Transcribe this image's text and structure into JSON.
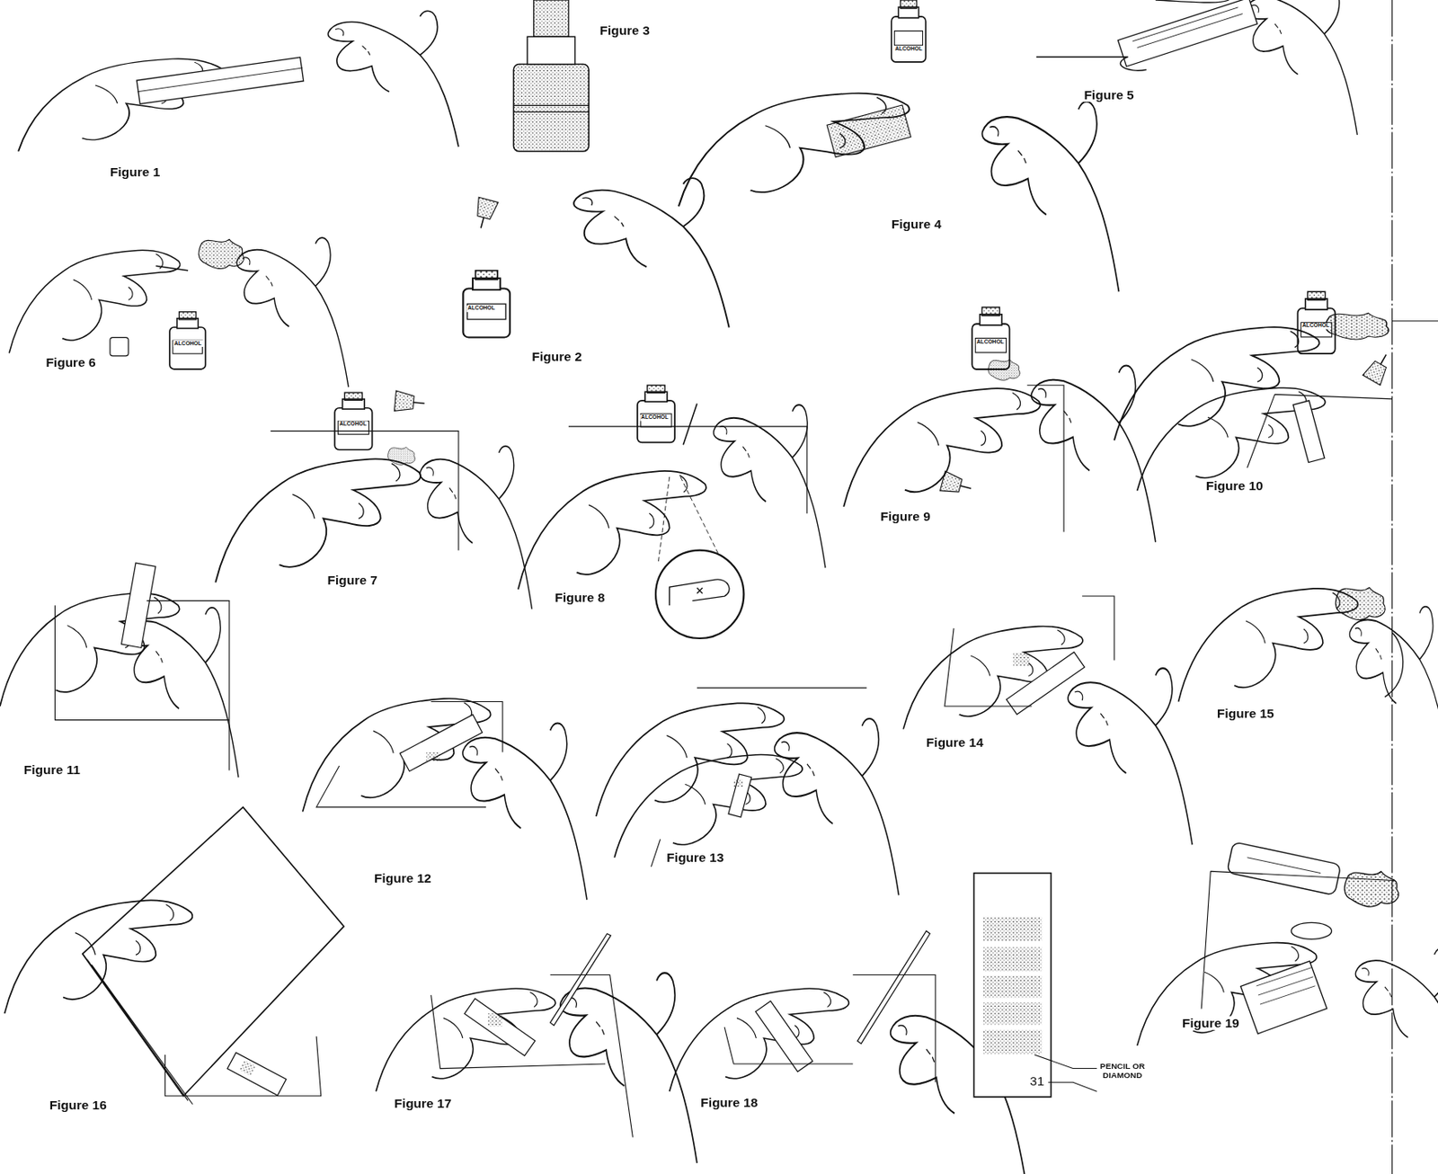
{
  "diagram": {
    "labels": [
      "Figure 1",
      "Figure 3",
      "Figure 5",
      "Figure 4",
      "Figure 6",
      "Figure 2",
      "Figure 10",
      "Figure 9",
      "Figure 7",
      "Figure 8",
      "Figure 11",
      "Figure 15",
      "Figure 14",
      "Figure 12",
      "Figure 13",
      "Figure 16",
      "Figure 17",
      "Figure 18",
      "Figure 19",
      "PENCIL OR DIAMOND",
      "31",
      "ALCOHOL",
      "ALCOHOL",
      "ALCOHOL",
      "ALCOHOL",
      "ALCOHOL",
      "ALCOHOL",
      "ALCOHOL"
    ]
  }
}
